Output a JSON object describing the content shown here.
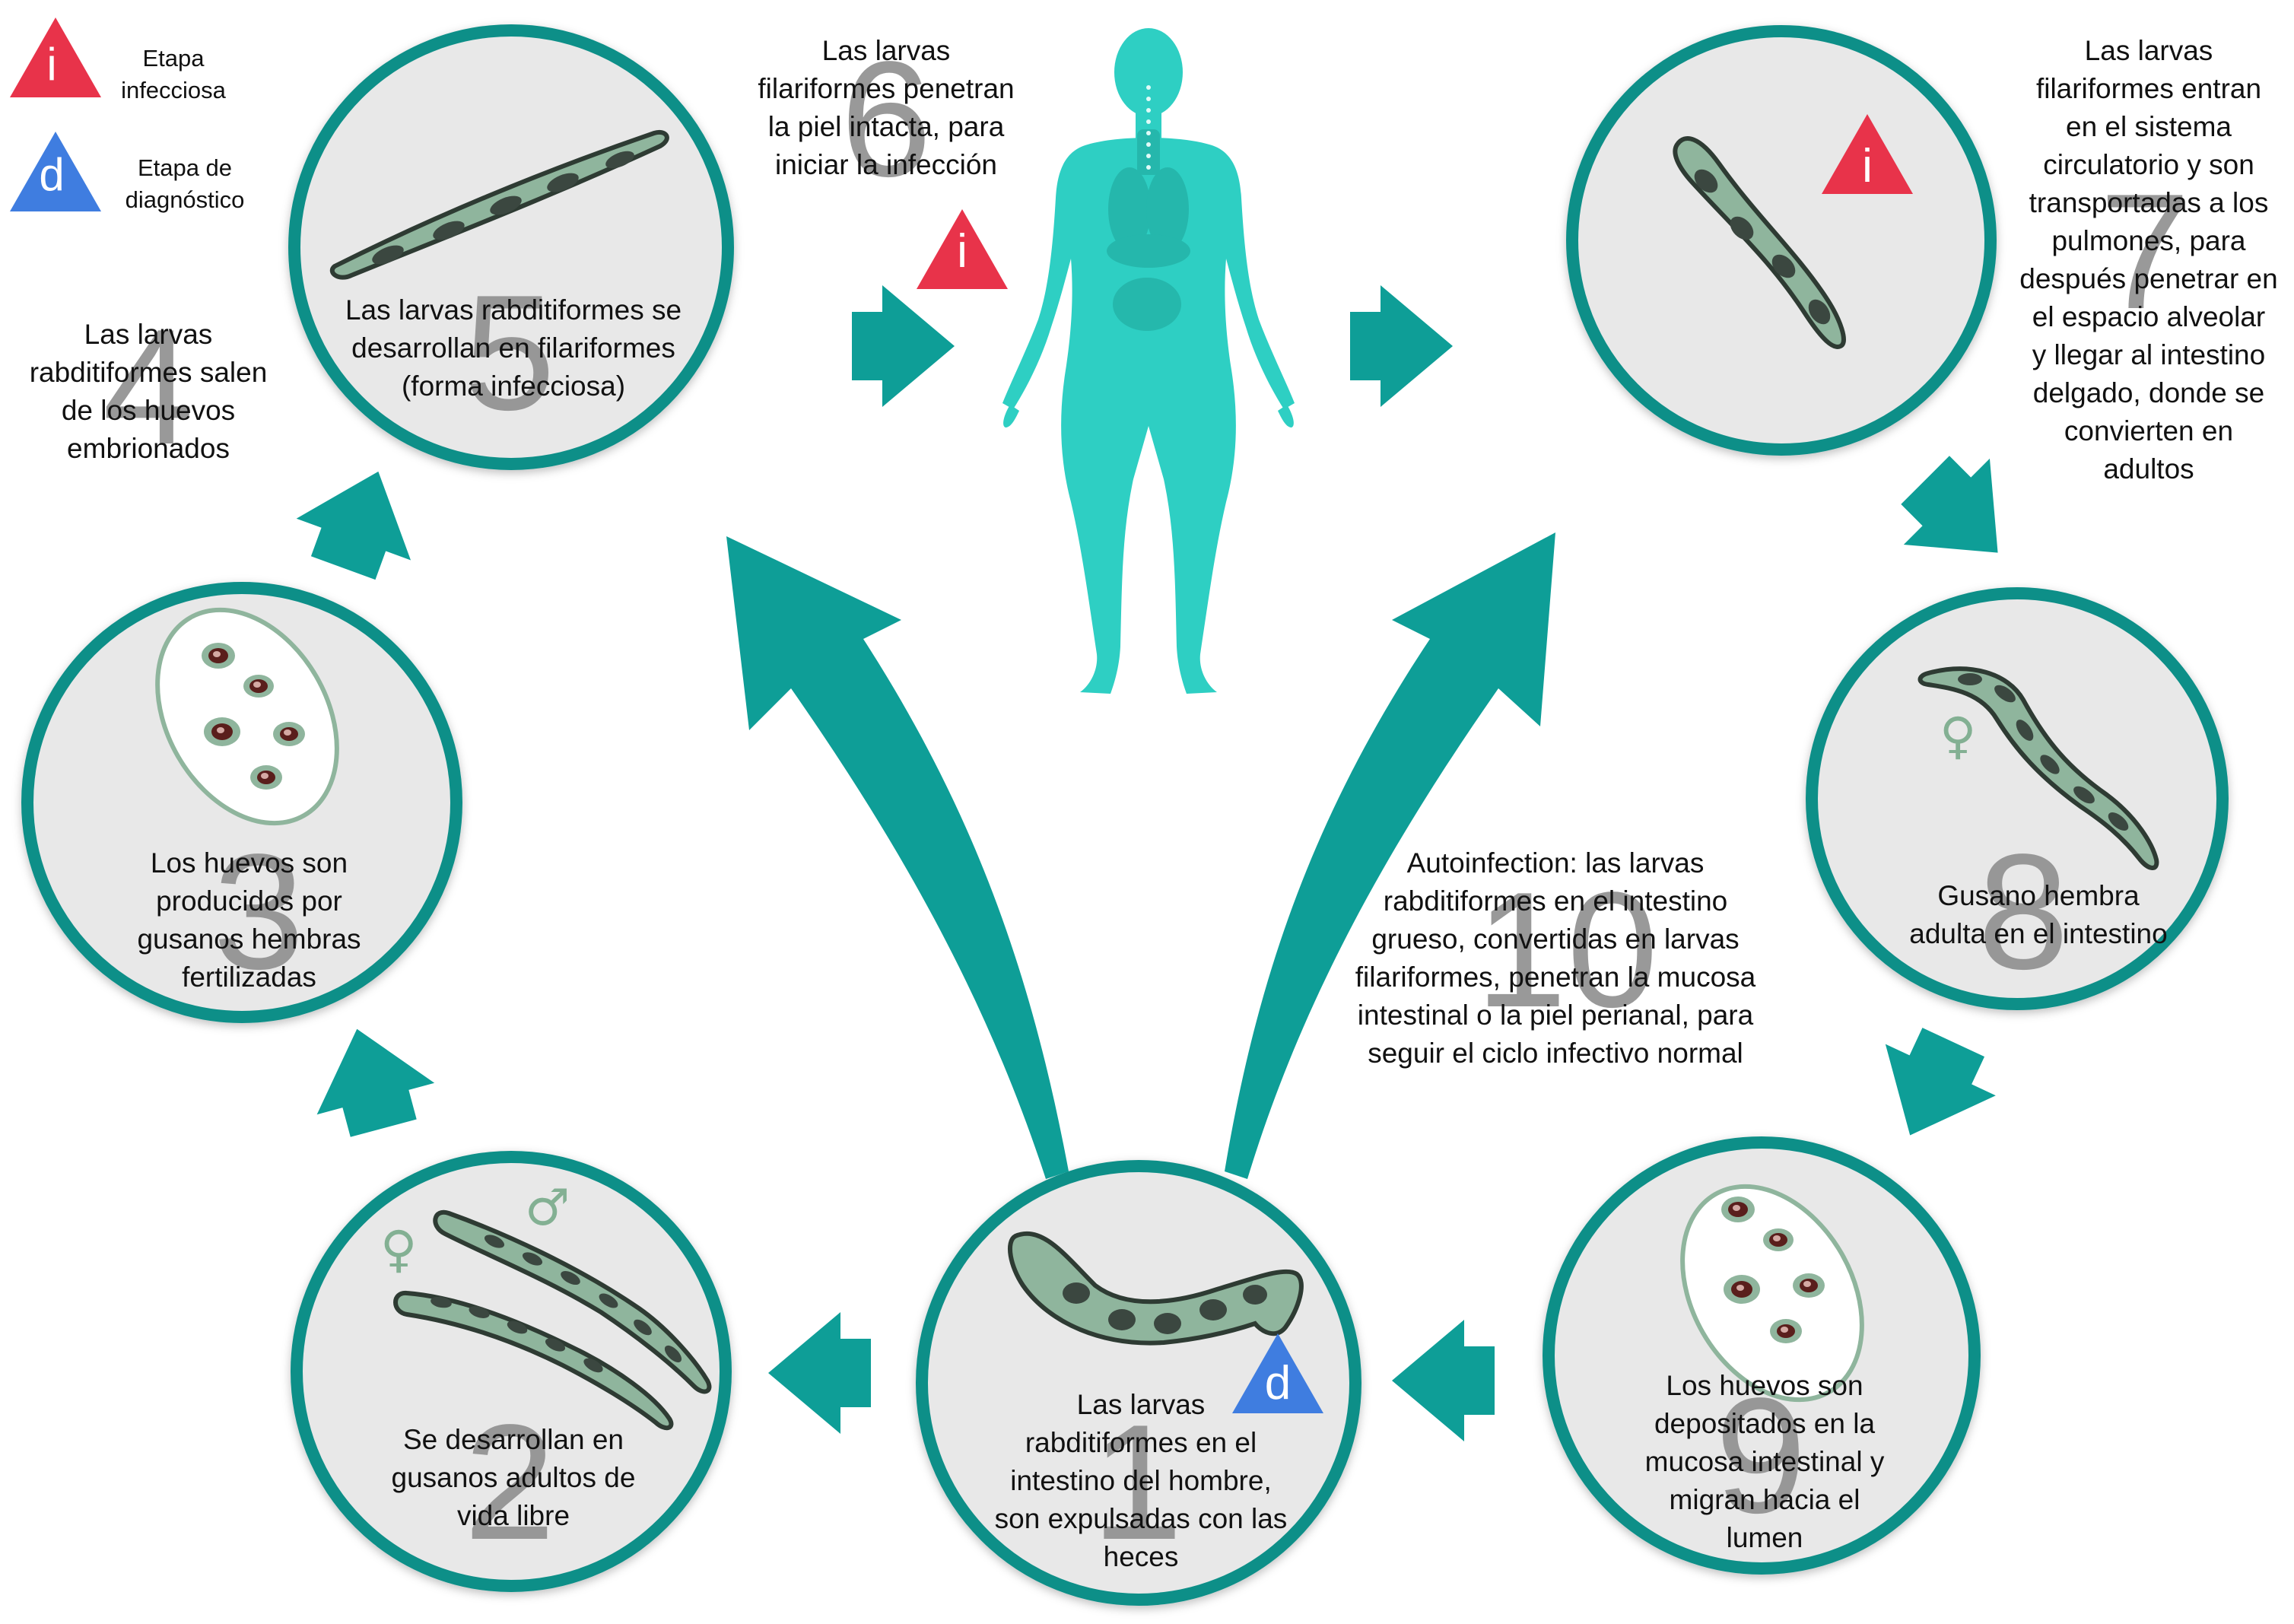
{
  "legend": {
    "infectious": {
      "symbol": "i",
      "label": "Etapa\ninfecciosa"
    },
    "diagnostic": {
      "symbol": "d",
      "label": "Etapa de\ndiagnóstico"
    }
  },
  "stages": [
    {
      "number": "1",
      "text": "Las larvas\nrabditiformes en el\nintestino del hombre,\nson expulsadas con las\nheces"
    },
    {
      "number": "2",
      "text": "Se desarrollan en\ngusanos adultos de\nvida libre"
    },
    {
      "number": "3",
      "text": "Los huevos son\nproducidos por\ngusanos hembras\nfertilizadas"
    },
    {
      "number": "4",
      "text": "Las larvas\nrabditiformes salen\nde los huevos\nembrionados"
    },
    {
      "number": "5",
      "text": "Las larvas rabditiformes se\ndesarrollan en filariformes\n(forma infecciosa)"
    },
    {
      "number": "6",
      "text": "Las larvas\nfilariformes penetran\nla piel intacta, para\niniciar la infección"
    },
    {
      "number": "7",
      "text": "Las larvas\nfilariformes entran\nen el sistema\ncirculatorio y son\ntransportadas a los\npulmones, para\ndespués penetrar en\nel espacio alveolar\ny llegar al intestino\ndelgado, donde se\nconvierten en\nadultos"
    },
    {
      "number": "8",
      "text": "Gusano hembra\nadulta en el intestino"
    },
    {
      "number": "9",
      "text": "Los huevos son\ndepositados en la\nmucosa intestinal y\nmigran hacia el\nlumen"
    },
    {
      "number": "10",
      "text": "Autoinfection: las larvas\nrabditiformes en el intestino\ngrueso, convertidas en larvas\nfilariformes, penetran la mucosa\nintestinal o la piel perianal, para\nseguir el ciclo infectivo normal"
    }
  ],
  "markers": {
    "stage1": "d",
    "stage6": "i",
    "stage7": "i"
  },
  "symbols": {
    "female": "♀",
    "male": "♂"
  },
  "colors": {
    "teal": "#0e9e97",
    "circle_ring": "#108f88",
    "circle_fill": "#e8e8e8",
    "worm_fill": "#8fb59d",
    "worm_stroke": "#2e3b33",
    "infectious_marker": "#e8334a",
    "diagnostic_marker": "#3f7de0",
    "human": "#2ecfc3"
  }
}
